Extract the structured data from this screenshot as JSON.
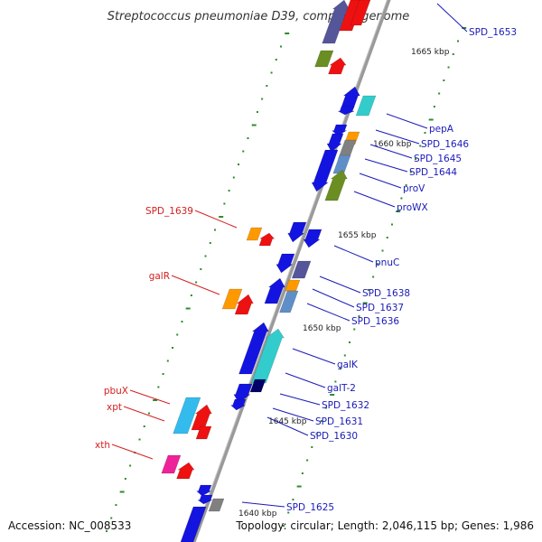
{
  "title": "Streptococcus pneumoniae D39, complete genome",
  "footer": {
    "accession": "Accession: NC_008533",
    "summary": "Topology: circular; Length: 2,046,115 bp; Genes: 1,986"
  },
  "kbp_ticks": [
    "1665 kbp",
    "1660 kbp",
    "1655 kbp",
    "1650 kbp",
    "1645 kbp",
    "1640 kbp"
  ],
  "labels_right": [
    "SPD_1653",
    "pepA",
    "SPD_1646",
    "SPD_1645",
    "SPD_1644",
    "proV",
    "proWX",
    "pnuC",
    "SPD_1638",
    "SPD_1637",
    "SPD_1636",
    "galK",
    "galT-2",
    "SPD_1632",
    "SPD_1631",
    "SPD_1630",
    "SPD_1625"
  ],
  "labels_left": [
    "SPD_1639",
    "galR",
    "pbuX",
    "xpt",
    "xth"
  ],
  "colors": {
    "backbone": "#8a8a8a",
    "label_right": "#1a1ab8",
    "label_left": "#d42020",
    "tick": "#2e8b2e",
    "blue": "#1414e0",
    "red": "#ee1111",
    "cyan": "#33cccc",
    "green": "#6b8e23",
    "orange": "#ff9900",
    "gray": "#808080",
    "steel": "#5f8fc8",
    "slate": "#555599",
    "navy": "#000066",
    "sky": "#33bbee",
    "magenta": "#ee2299"
  }
}
